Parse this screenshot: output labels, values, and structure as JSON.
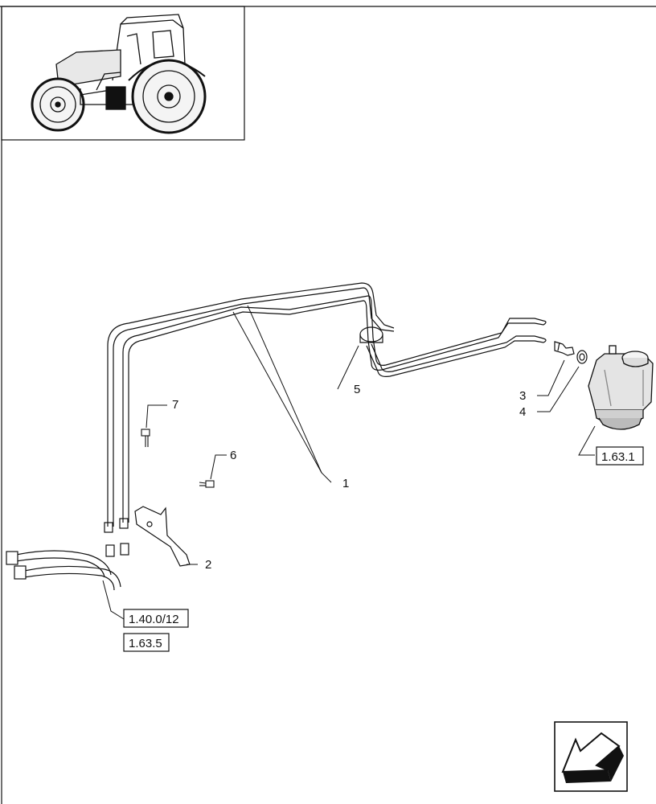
{
  "callouts": [
    "1",
    "2",
    "3",
    "4",
    "5",
    "6",
    "7"
  ],
  "references": [
    "1.63.1",
    "1.40.0/12",
    "1.63.5"
  ]
}
